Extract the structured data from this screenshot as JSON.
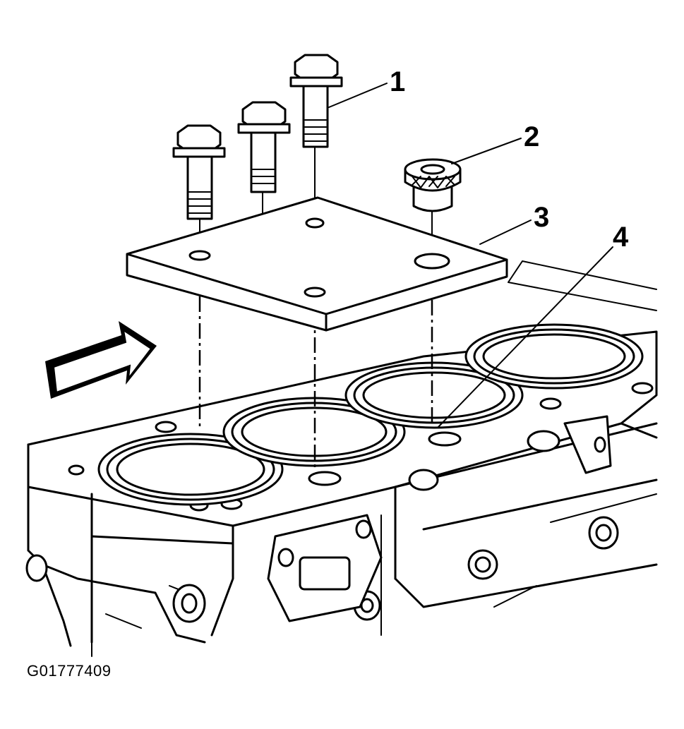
{
  "figure_id": "G01777409",
  "callouts": [
    {
      "number": "1"
    },
    {
      "number": "2"
    },
    {
      "number": "3"
    },
    {
      "number": "4"
    }
  ]
}
